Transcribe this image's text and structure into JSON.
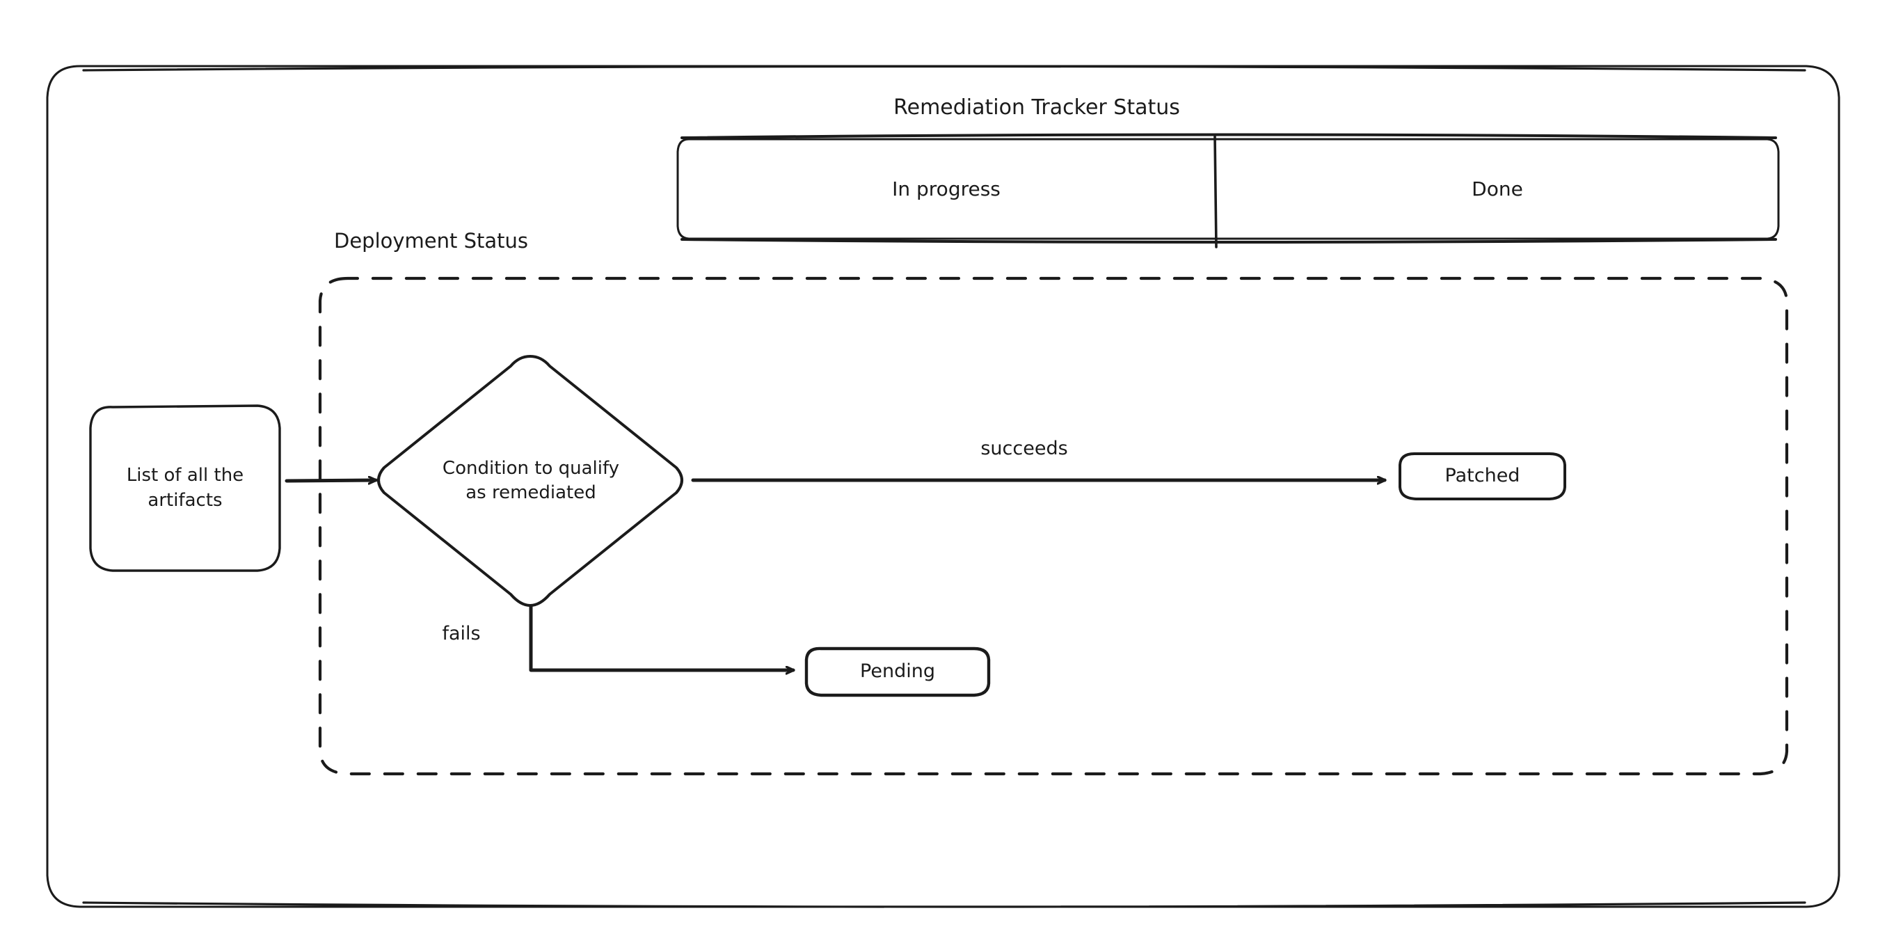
{
  "diagram": {
    "type": "flowchart",
    "style": "hand-drawn-sketch",
    "background_color": "#ffffff",
    "stroke_color": "#1b1b1b",
    "outer_frame": {
      "name": "outer-frame",
      "shape": "rounded-rectangle",
      "stroke": "solid"
    },
    "tracker": {
      "title": "Remediation Tracker Status",
      "bar_name": "remediation-tracker-status-bar",
      "cells": [
        {
          "label": "In progress",
          "name": "tracker-cell-in-progress"
        },
        {
          "label": "Done",
          "name": "tracker-cell-done"
        }
      ]
    },
    "deployment_group": {
      "title": "Deployment Status",
      "name": "deployment-status-group",
      "border": "dashed"
    },
    "nodes": [
      {
        "id": "artifacts",
        "label": "List of all\nthe artifacts",
        "shape": "rounded-rectangle"
      },
      {
        "id": "condition",
        "label": "Condition to\nqualify as\nremediated",
        "shape": "diamond"
      },
      {
        "id": "patched",
        "label": "Patched",
        "shape": "rounded-rectangle"
      },
      {
        "id": "pending",
        "label": "Pending",
        "shape": "rounded-rectangle"
      }
    ],
    "edges": [
      {
        "from": "artifacts",
        "to": "condition",
        "label": "",
        "arrow": true
      },
      {
        "from": "condition",
        "to": "patched",
        "label": "succeeds",
        "arrow": true
      },
      {
        "from": "condition",
        "to": "pending",
        "label": "fails",
        "arrow": true
      }
    ],
    "edge_labels": {
      "succeeds": "succeeds",
      "fails": "fails"
    }
  }
}
